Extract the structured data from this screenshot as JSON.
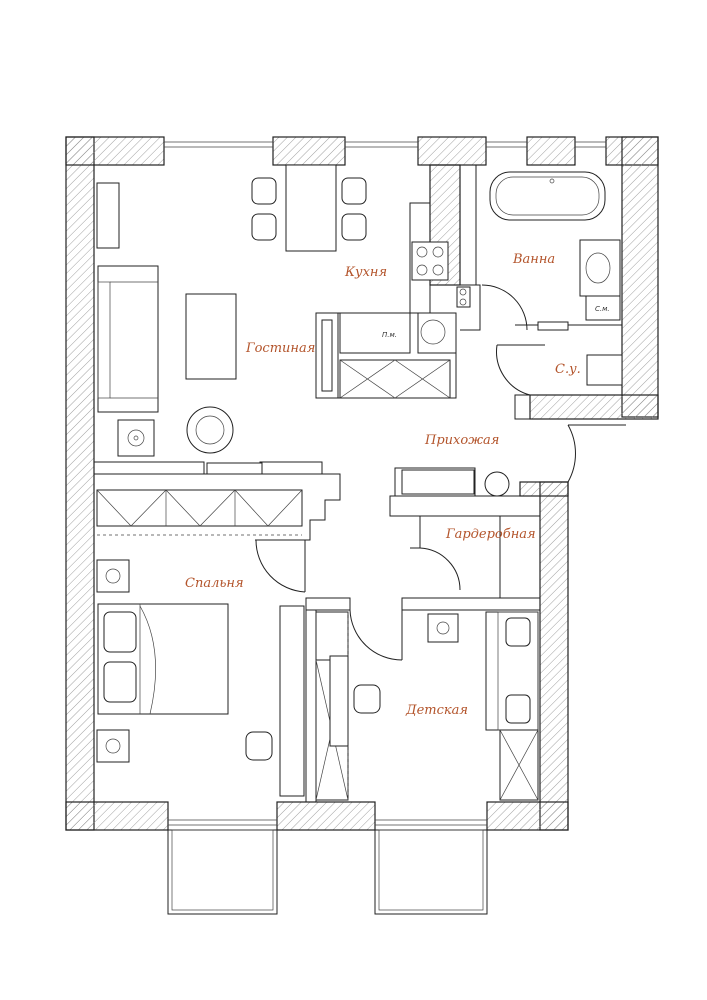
{
  "plan": {
    "rooms": [
      {
        "key": "kitchen",
        "label": "Кухня"
      },
      {
        "key": "bath",
        "label": "Ванна"
      },
      {
        "key": "living",
        "label": "Гостиная"
      },
      {
        "key": "wc",
        "label": "С.у."
      },
      {
        "key": "hall",
        "label": "Прихожая"
      },
      {
        "key": "wardrobe",
        "label": "Гардеробная"
      },
      {
        "key": "bedroom",
        "label": "Спальня"
      },
      {
        "key": "kids",
        "label": "Детская"
      }
    ],
    "fixture_labels": {
      "washer": "С.м.",
      "dishwasher": "П.м."
    },
    "colors": {
      "label": "#b3542b",
      "line": "#222222"
    }
  }
}
